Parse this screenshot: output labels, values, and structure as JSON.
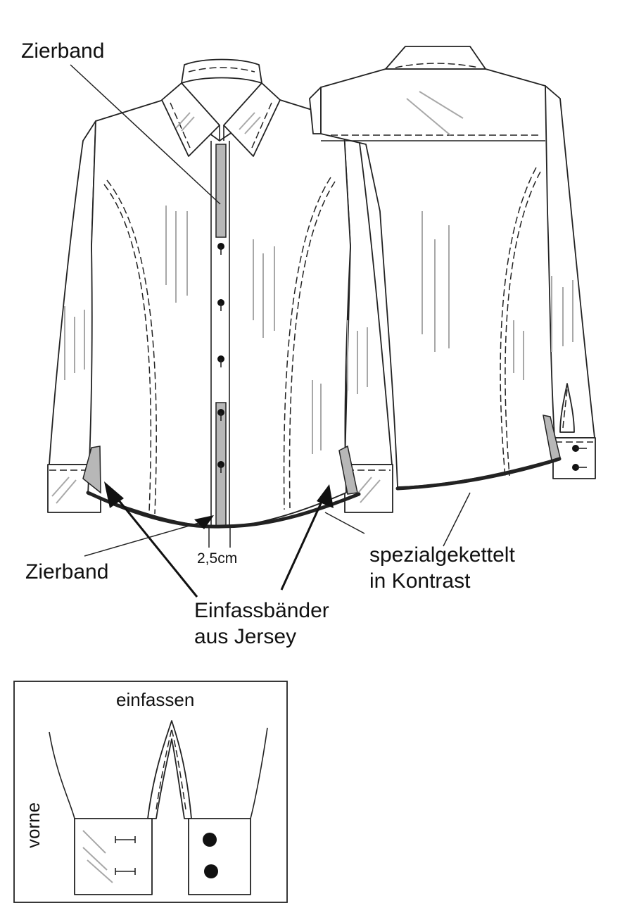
{
  "labels": {
    "zierband_top": "Zierband",
    "zierband_bottom": "Zierband",
    "measurement": "2,5cm",
    "einfass_line1": "Einfassbänder",
    "einfass_line2": "aus Jersey",
    "kettelt_line1": "spezialgekettelt",
    "kettelt_line2": "in Kontrast",
    "detail_title": "einfassen",
    "detail_side": "vorne"
  },
  "colors": {
    "outline": "#222222",
    "band_fill": "#b7b7b7",
    "shading": "#a8a8a8",
    "hem_band": "#222222"
  }
}
